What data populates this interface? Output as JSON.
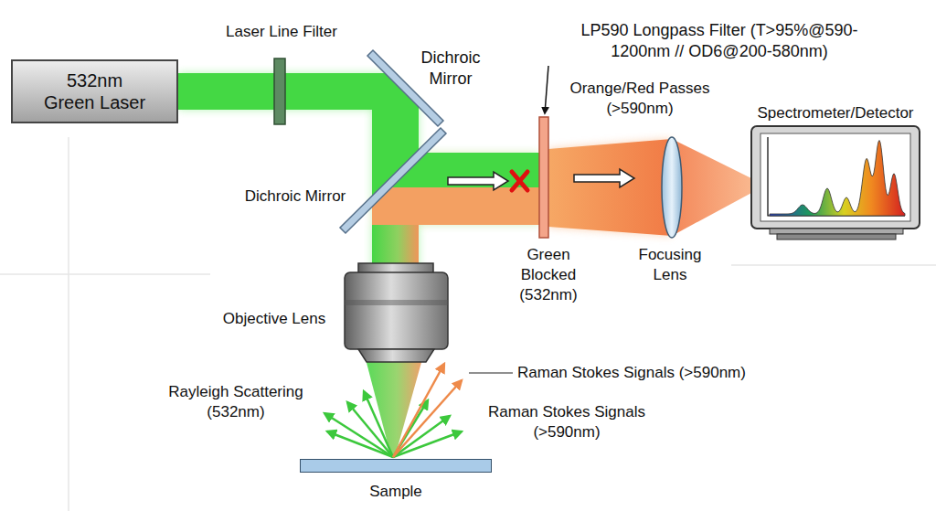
{
  "diagram": {
    "nodes": [
      {
        "text": [
          "532nm Green Laser"
        ]
      },
      {
        "text": [
          "Spectrometer/Detector"
        ]
      },
      {
        "text": [
          "Sample"
        ]
      }
    ],
    "labels": [
      "Laser Line Filter",
      "Dichroic Mirror",
      "LP590 Longpass Filter (T>95%@590-1200nm // OD6@200-580nm)",
      "Orange/Red Passes (>590nm)",
      "Dichroic Mirror",
      "Green Blocked (532nm)",
      "Focusing Lens",
      "Objective Lens",
      "Rayleigh Scattering (532nm)",
      "Raman Stokes Signals (>590nm)",
      "Raman Stokes Signals (>590nm)"
    ]
  }
}
